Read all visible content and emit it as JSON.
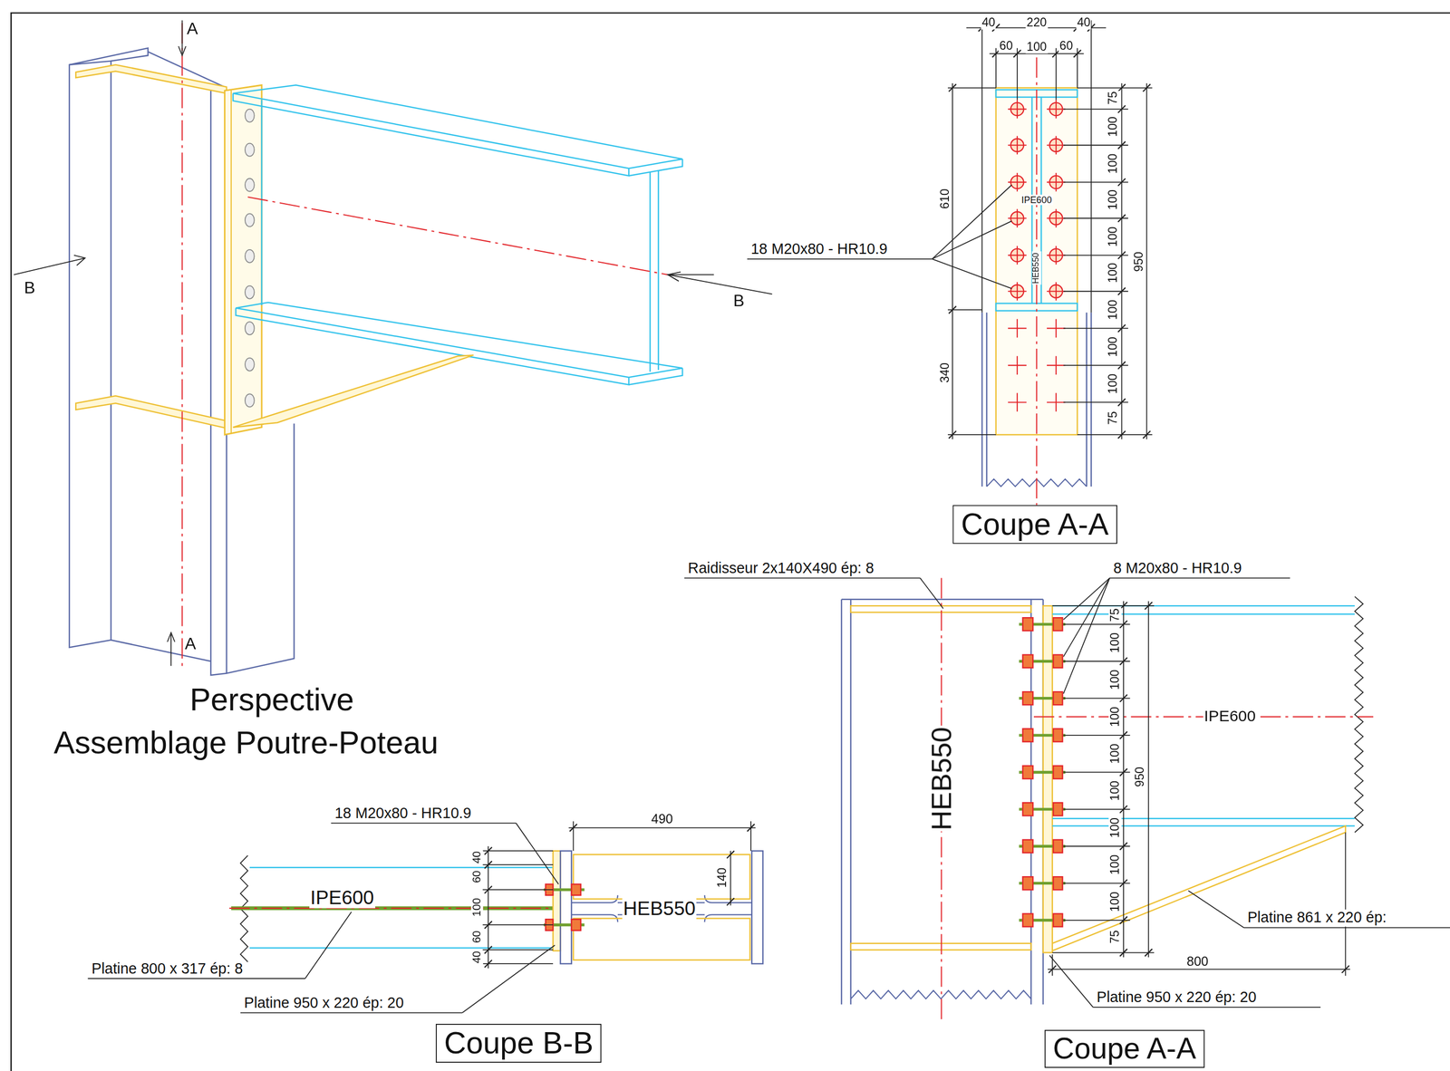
{
  "diagram": {
    "nodes": [
      {
        "text": [
          "Coupe A-A"
        ]
      },
      {
        "text": [
          "Coupe B-B"
        ]
      },
      {
        "text": [
          "Coupe A-A"
        ]
      }
    ],
    "labels": [
      "A",
      "A",
      "B",
      "B",
      "Perspective",
      "Assemblage Poutre-Poteau",
      "40",
      "220",
      "40",
      "60",
      "100",
      "60",
      "75",
      "100",
      "100",
      "100",
      "100",
      "100",
      "100",
      "100",
      "100",
      "75",
      "950",
      "610",
      "340",
      "18 M20x80 - HR10.9",
      "IPE600",
      "HEB550",
      "Raidisseur 2x140X490 ép: 8",
      "8 M20x80 - HR10.9",
      "HEB550",
      "IPE600",
      "75",
      "100",
      "100",
      "100",
      "100",
      "100",
      "100",
      "100",
      "100",
      "75",
      "950",
      "800",
      "Platine 861 x 220 ép:",
      "Platine 950 x 220 ép: 20",
      "18 M20x80 - HR10.9",
      "490",
      "140",
      "IPE600",
      "HEB550",
      "40",
      "60",
      "100",
      "60",
      "40",
      "Platine 800 x 317 ép: 8",
      "Platine 950 x 220 ép: 20"
    ]
  }
}
